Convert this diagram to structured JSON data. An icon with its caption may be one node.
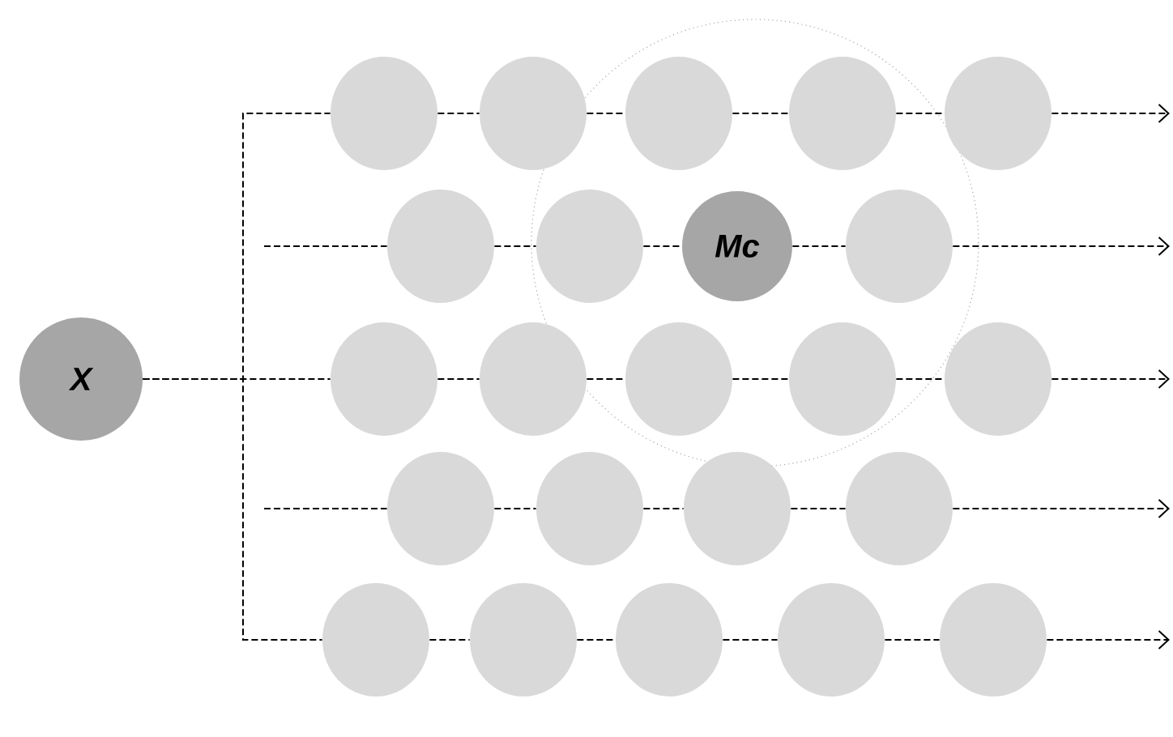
{
  "diagram": {
    "nodes": [
      {
        "text": [
          "X"
        ]
      },
      {
        "text": [],
        "shape": "circle"
      },
      {
        "text": [],
        "shape": "circle"
      },
      {
        "text": [],
        "shape": "circle"
      },
      {
        "text": [],
        "shape": "circle"
      },
      {
        "text": [],
        "shape": "circle"
      },
      {
        "text": [],
        "shape": "circle"
      },
      {
        "text": [],
        "shape": "circle"
      },
      {
        "text": [
          "Mc"
        ]
      },
      {
        "text": [],
        "shape": "circle"
      },
      {
        "text": [],
        "shape": "circle"
      },
      {
        "text": [],
        "shape": "circle"
      },
      {
        "text": [],
        "shape": "circle"
      },
      {
        "text": [],
        "shape": "circle"
      },
      {
        "text": [],
        "shape": "circle"
      },
      {
        "text": [],
        "shape": "circle"
      },
      {
        "text": [],
        "shape": "circle"
      },
      {
        "text": [],
        "shape": "circle"
      },
      {
        "text": [],
        "shape": "circle"
      },
      {
        "text": [],
        "shape": "circle"
      },
      {
        "text": [],
        "shape": "circle"
      },
      {
        "text": [],
        "shape": "circle"
      },
      {
        "text": [],
        "shape": "circle"
      },
      {
        "text": [],
        "shape": "circle"
      }
    ],
    "edges": [
      {
        "from": 0,
        "to": 1,
        "arrow": "none",
        "style": "dashed"
      },
      {
        "from": 0,
        "to": 10,
        "arrow": "none",
        "style": "dashed"
      },
      {
        "from": 0,
        "to": 19,
        "arrow": "none",
        "style": "dashed"
      },
      {
        "from": 1,
        "to": 2,
        "arrow": "none",
        "style": "dashed"
      },
      {
        "from": 2,
        "to": 3,
        "arrow": "none",
        "style": "dashed"
      },
      {
        "from": 3,
        "to": 4,
        "arrow": "none",
        "style": "dashed"
      },
      {
        "from": 4,
        "to": 5,
        "arrow": "none",
        "style": "dashed"
      },
      {
        "from": 5,
        "to": null,
        "arrow": "to",
        "style": "dashed"
      },
      {
        "from": null,
        "to": 6,
        "arrow": "none",
        "style": "dashed"
      },
      {
        "from": 6,
        "to": 7,
        "arrow": "none",
        "style": "dashed"
      },
      {
        "from": 7,
        "to": 8,
        "arrow": "none",
        "style": "dashed"
      },
      {
        "from": 8,
        "to": 9,
        "arrow": "none",
        "style": "dashed"
      },
      {
        "from": 9,
        "to": null,
        "arrow": "to",
        "style": "dashed"
      },
      {
        "from": 10,
        "to": 11,
        "arrow": "none",
        "style": "dashed"
      },
      {
        "from": 11,
        "to": 12,
        "arrow": "none",
        "style": "dashed"
      },
      {
        "from": 12,
        "to": 13,
        "arrow": "none",
        "style": "dashed"
      },
      {
        "from": 13,
        "to": 14,
        "arrow": "none",
        "style": "dashed"
      },
      {
        "from": 14,
        "to": null,
        "arrow": "to",
        "style": "dashed"
      },
      {
        "from": null,
        "to": 15,
        "arrow": "none",
        "style": "dashed"
      },
      {
        "from": 15,
        "to": 16,
        "arrow": "none",
        "style": "dashed"
      },
      {
        "from": 16,
        "to": 17,
        "arrow": "none",
        "style": "dashed"
      },
      {
        "from": 17,
        "to": 18,
        "arrow": "none",
        "style": "dashed"
      },
      {
        "from": 18,
        "to": null,
        "arrow": "to",
        "style": "dashed"
      },
      {
        "from": 19,
        "to": 20,
        "arrow": "none",
        "style": "dashed"
      },
      {
        "from": 20,
        "to": 21,
        "arrow": "none",
        "style": "dashed"
      },
      {
        "from": 21,
        "to": 22,
        "arrow": "none",
        "style": "dashed"
      },
      {
        "from": 22,
        "to": 23,
        "arrow": "none",
        "style": "dashed"
      },
      {
        "from": 23,
        "to": null,
        "arrow": "to",
        "style": "dashed"
      }
    ]
  }
}
